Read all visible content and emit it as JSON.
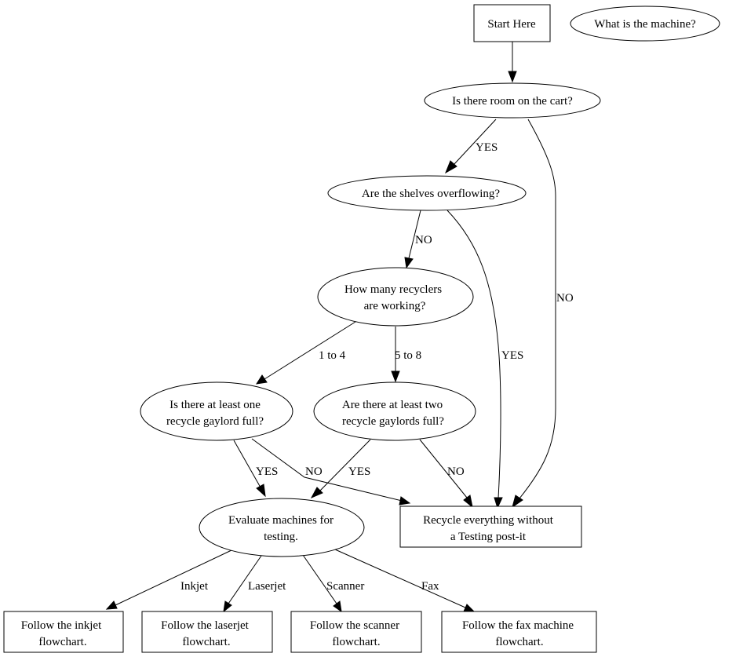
{
  "diagram": {
    "type": "flowchart",
    "nodes": {
      "start": {
        "shape": "box",
        "lines": [
          "Start Here"
        ]
      },
      "machine_q": {
        "shape": "ellipse",
        "lines": [
          "What is the machine?"
        ]
      },
      "cart_room": {
        "shape": "ellipse",
        "lines": [
          "Is there room on the cart?"
        ]
      },
      "shelves": {
        "shape": "ellipse",
        "lines": [
          "Are the shelves overflowing?"
        ]
      },
      "recyclers": {
        "shape": "ellipse",
        "lines": [
          "How many recyclers",
          "are working?"
        ]
      },
      "one_gaylord": {
        "shape": "ellipse",
        "lines": [
          "Is there at least one",
          "recycle gaylord full?"
        ]
      },
      "two_gaylords": {
        "shape": "ellipse",
        "lines": [
          "Are there at least two",
          "recycle gaylords full?"
        ]
      },
      "evaluate": {
        "shape": "ellipse",
        "lines": [
          "Evaluate machines for",
          "testing."
        ]
      },
      "recycle_all": {
        "shape": "box",
        "lines": [
          "Recycle everything without",
          "a Testing post-it"
        ]
      },
      "inkjet": {
        "shape": "box",
        "lines": [
          "Follow the inkjet",
          "flowchart."
        ]
      },
      "laserjet": {
        "shape": "box",
        "lines": [
          "Follow the laserjet",
          "flowchart."
        ]
      },
      "scanner": {
        "shape": "box",
        "lines": [
          "Follow the scanner",
          "flowchart."
        ]
      },
      "fax": {
        "shape": "box",
        "lines": [
          "Follow the fax machine",
          "flowchart."
        ]
      }
    },
    "edges": [
      {
        "id": "e_start_cart",
        "from": "start",
        "to": "cart_room",
        "label": ""
      },
      {
        "id": "e_cart_shelves",
        "from": "cart_room",
        "to": "shelves",
        "label": "YES"
      },
      {
        "id": "e_cart_recycle",
        "from": "cart_room",
        "to": "recycle_all",
        "label": "NO"
      },
      {
        "id": "e_shelves_recyclers",
        "from": "shelves",
        "to": "recyclers",
        "label": "NO"
      },
      {
        "id": "e_shelves_recycle",
        "from": "shelves",
        "to": "recycle_all",
        "label": "YES"
      },
      {
        "id": "e_recyclers_one",
        "from": "recyclers",
        "to": "one_gaylord",
        "label": "1 to 4"
      },
      {
        "id": "e_recyclers_two",
        "from": "recyclers",
        "to": "two_gaylords",
        "label": "5 to 8"
      },
      {
        "id": "e_one_evaluate",
        "from": "one_gaylord",
        "to": "evaluate",
        "label": "YES"
      },
      {
        "id": "e_one_recycle",
        "from": "one_gaylord",
        "to": "recycle_all",
        "label": "NO"
      },
      {
        "id": "e_two_evaluate",
        "from": "two_gaylords",
        "to": "evaluate",
        "label": "YES"
      },
      {
        "id": "e_two_recycle",
        "from": "two_gaylords",
        "to": "recycle_all",
        "label": "NO"
      },
      {
        "id": "e_eval_inkjet",
        "from": "evaluate",
        "to": "inkjet",
        "label": "Inkjet"
      },
      {
        "id": "e_eval_laserjet",
        "from": "evaluate",
        "to": "laserjet",
        "label": "Laserjet"
      },
      {
        "id": "e_eval_scanner",
        "from": "evaluate",
        "to": "scanner",
        "label": "Scanner"
      },
      {
        "id": "e_eval_fax",
        "from": "evaluate",
        "to": "fax",
        "label": "Fax"
      }
    ]
  }
}
